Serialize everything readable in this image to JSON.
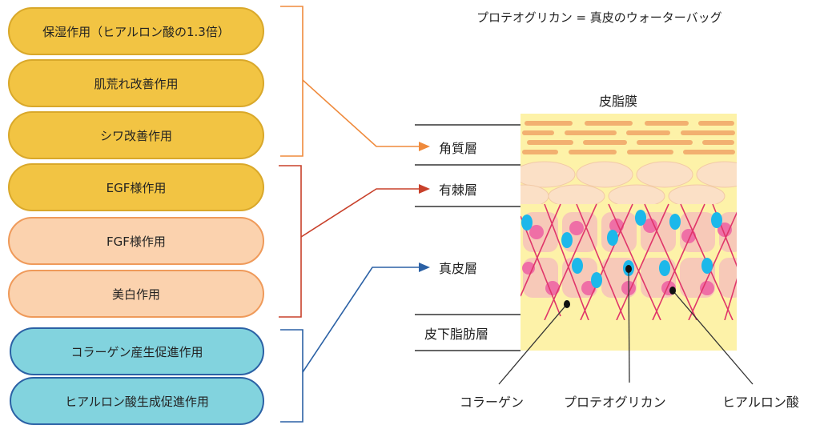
{
  "title": "プロテオグリカン = 真皮のウォーターバッグ",
  "effects": {
    "group1": [
      "保湿作用（ヒアルロン酸の1.3倍）",
      "肌荒れ改善作用",
      "シワ改善作用"
    ],
    "group2": [
      "EGF様作用",
      "FGF様作用",
      "美白作用"
    ],
    "group3": [
      "コラーゲン産生促進作用",
      "ヒアルロン酸生成促進作用"
    ]
  },
  "skin_layers": {
    "sebum": "皮脂膜",
    "stratum_corneum": "角質層",
    "spinous": "有棘層",
    "dermis": "真皮層",
    "subcutaneous": "皮下脂肪層"
  },
  "components": [
    "コラーゲン",
    "プロテオグリカン",
    "ヒアルロン酸"
  ],
  "colors": {
    "gold": "#f2c443",
    "peach": "#fbd2ae",
    "cyan": "#82d3de",
    "orange_line": "#ef8a3c",
    "red_line": "#c8402a",
    "blue_line": "#2b61a5",
    "collagen": "#e0366a",
    "proteoglycan": "#1cb8ea",
    "hyaluronic": "#ef6fa6"
  }
}
